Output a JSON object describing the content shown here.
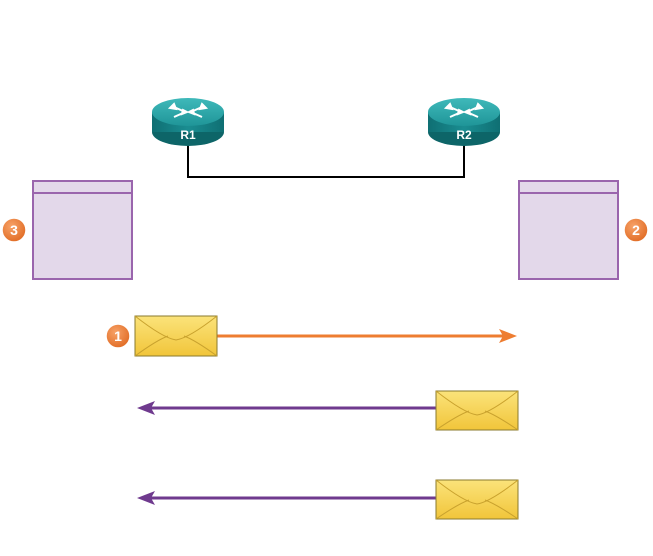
{
  "routers": [
    {
      "label": "R1"
    },
    {
      "label": "R2"
    }
  ],
  "badges": [
    {
      "number": "3"
    },
    {
      "number": "2"
    },
    {
      "number": "1"
    }
  ],
  "colors": {
    "router_body": "#17868a",
    "router_top": "#2aa6a8",
    "link": "#000000",
    "table_fill": "#e3d8ea",
    "table_stroke": "#9a65ad",
    "badge_fill": "#ee7d31",
    "request_arrow": "#ee7d31",
    "reply_arrow": "#6f3a8e",
    "envelope_fill": "#f7d54a",
    "envelope_stroke": "#8a7a2e"
  }
}
